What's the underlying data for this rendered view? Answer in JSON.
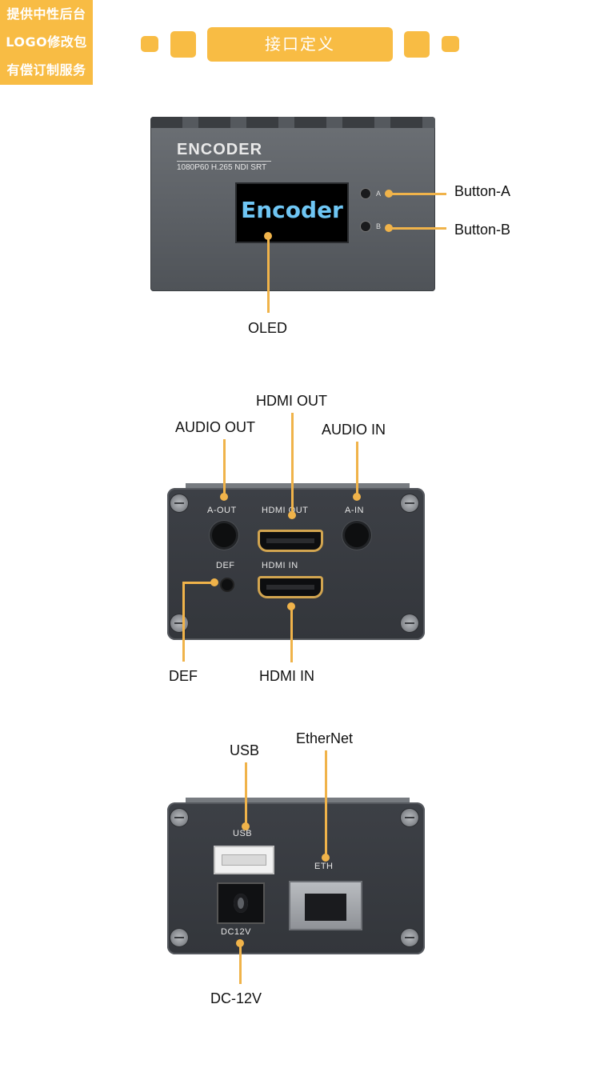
{
  "promo": {
    "line1": "提供中性后台",
    "line2": "LOGO修改包",
    "line3": "有偿订制服务"
  },
  "header": {
    "title": "接口定义"
  },
  "front": {
    "brand": "ENCODER",
    "spec": "1080P60  H.265  NDI  SRT",
    "oled_text": "Encoder",
    "button_a_mark": "A",
    "button_b_mark": "B",
    "callouts": {
      "button_a": "Button-A",
      "button_b": "Button-B",
      "oled": "OLED"
    }
  },
  "side1": {
    "labels": {
      "a_out": "A-OUT",
      "hdmi_out": "HDMI  OUT",
      "a_in": "A-IN",
      "def": "DEF",
      "hdmi_in": "HDMI    IN"
    },
    "callouts": {
      "audio_out": "AUDIO OUT",
      "hdmi_out": "HDMI OUT",
      "audio_in": "AUDIO IN",
      "def": "DEF",
      "hdmi_in": "HDMI IN"
    }
  },
  "side2": {
    "labels": {
      "usb": "USB",
      "eth": "ETH",
      "dc": "DC12V"
    },
    "callouts": {
      "usb": "USB",
      "ethernet": "EtherNet",
      "dc": "DC-12V"
    }
  },
  "colors": {
    "accent": "#f8bc44",
    "leader": "#f0b34a",
    "oled_text": "#6fc6f4",
    "hdmi_gold": "#d2a550"
  }
}
